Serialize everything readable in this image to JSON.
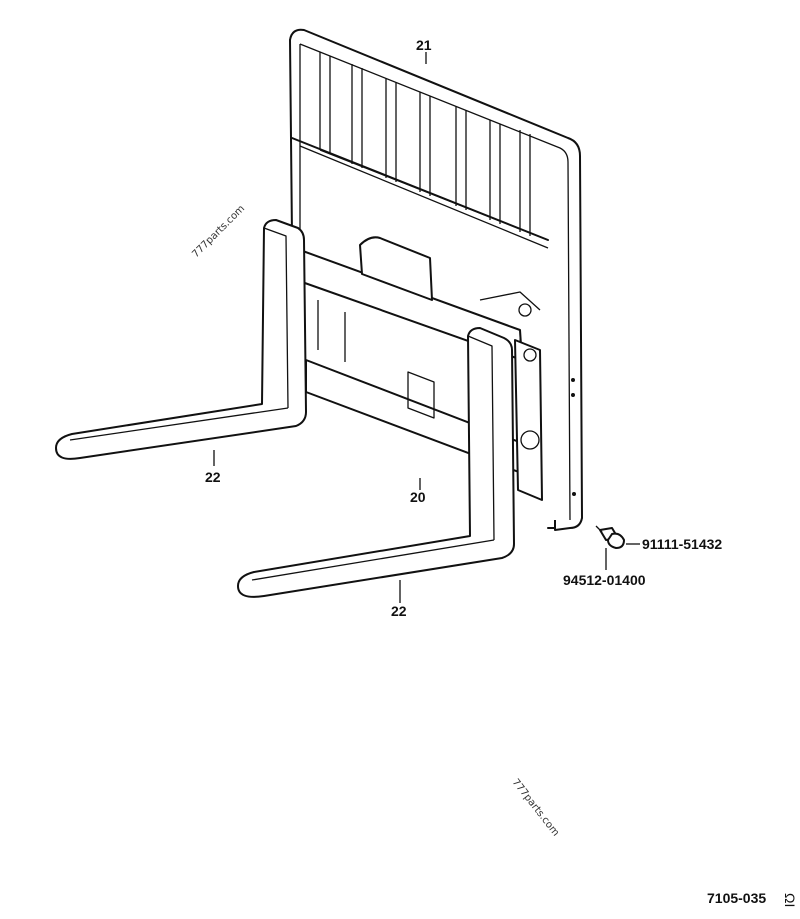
{
  "parts": {
    "frame_label": "21",
    "fork_left_label": "22",
    "fork_right_label": "22",
    "carriage_label": "20",
    "bolt_label": "91111-51432",
    "washer_label": "94512-01400"
  },
  "watermarks": [
    "777parts.com",
    "777parts.com"
  ],
  "drawing_code": "7105-035",
  "side_mark": "ΩΙ"
}
